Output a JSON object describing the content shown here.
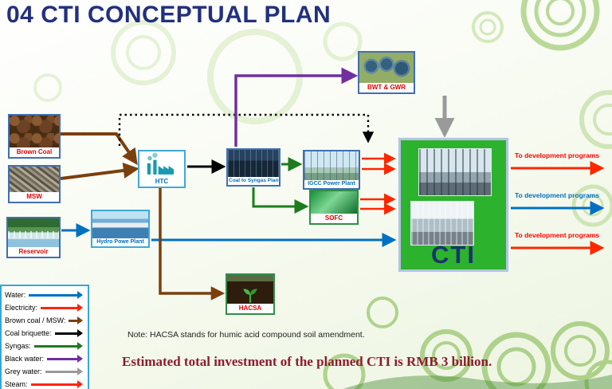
{
  "title": "04 CTI CONCEPTUAL PLAN",
  "nodes": {
    "brown_coal": {
      "label": "Brown Coal"
    },
    "msw": {
      "label": "MSW"
    },
    "reservoir": {
      "label": "Reservoir"
    },
    "htc": {
      "label": "HTC"
    },
    "syngas_plant": {
      "label": "Coal to Syngas Plant"
    },
    "igcc": {
      "label": "IGCC Power Plant"
    },
    "sofc": {
      "label": "SOFC"
    },
    "bwt_gwr": {
      "label": "BWT & GWR"
    },
    "hydro": {
      "label": "Hydro Powe Plant"
    },
    "hacsa": {
      "label": "HACSA"
    },
    "cti": {
      "label": "CTI"
    }
  },
  "colors": {
    "water": "#0070c0",
    "electricity": "#ff2600",
    "brown": "#7b3f0e",
    "briquette": "#000000",
    "syngas": "#1e7b1e",
    "blackwater": "#7030a0",
    "greywater": "#9a9a9a",
    "steam": "#ff2600"
  },
  "outputs": [
    {
      "label": "To development  programs",
      "color": "#ff0000"
    },
    {
      "label": "To development  programs",
      "color": "#0070c0"
    },
    {
      "label": "To development  programs",
      "color": "#ff0000"
    }
  ],
  "legend": [
    {
      "label": "Water:",
      "color": "#0070c0"
    },
    {
      "label": "Electricity:",
      "color": "#ff2600"
    },
    {
      "label": "Brown coal / MSW:",
      "color": "#7b3f0e"
    },
    {
      "label": "Coal briquette:",
      "color": "#000000"
    },
    {
      "label": "Syngas:",
      "color": "#1e7b1e"
    },
    {
      "label": "Black water:",
      "color": "#7030a0"
    },
    {
      "label": "Grey water:",
      "color": "#9a9a9a"
    },
    {
      "label": "Steam:",
      "color": "#ff2600"
    }
  ],
  "note": "Note: HACSA stands for humic acid compound soil amendment.",
  "footer": "Estimated total investment of the planned CTI  is RMB 3 billion."
}
